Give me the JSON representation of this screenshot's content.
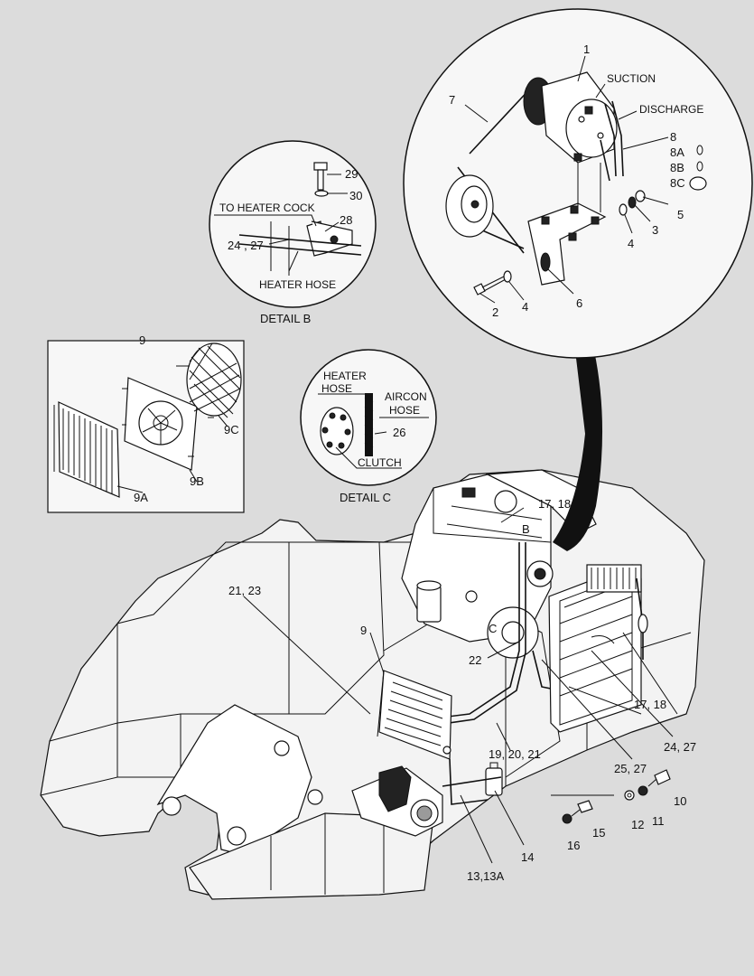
{
  "callouts": {
    "c1": "1",
    "suction": "SUCTION",
    "discharge": "DISCHARGE",
    "c7": "7",
    "c8": "8",
    "c8a": "8A",
    "c8b": "8B",
    "c8c": "8C",
    "c5": "5",
    "c3": "3",
    "c4a": "4",
    "c4b": "4",
    "c6": "6",
    "c2": "2",
    "c29": "29",
    "c30": "30",
    "to_heater_cock": "TO HEATER COCK",
    "c28": "28",
    "c24_27a": "24 , 27",
    "heater_hose_b": "HEATER HOSE",
    "c9": "9",
    "c9a": "9A",
    "c9b": "9B",
    "c9c": "9C",
    "heater": "HEATER",
    "hose": "HOSE",
    "aircon": "AIRCON",
    "aircon_hose": "HOSE",
    "c26": "26",
    "clutch": "CLUTCH",
    "c17_18a": "17, 18",
    "b_mark": "B",
    "c_mark": "C",
    "c21_23": "21, 23",
    "c9_main": "9",
    "c22": "22",
    "c17_18b": "17, 18",
    "c24_27b": "24, 27",
    "c19_20_21": "19, 20, 21",
    "c25_27": "25, 27",
    "c10": "10",
    "c11": "11",
    "c12": "12",
    "c15": "15",
    "c16": "16",
    "c14": "14",
    "c13_13a": "13,13A"
  },
  "captions": {
    "detail_b": "DETAIL B",
    "detail_c": "DETAIL C"
  }
}
